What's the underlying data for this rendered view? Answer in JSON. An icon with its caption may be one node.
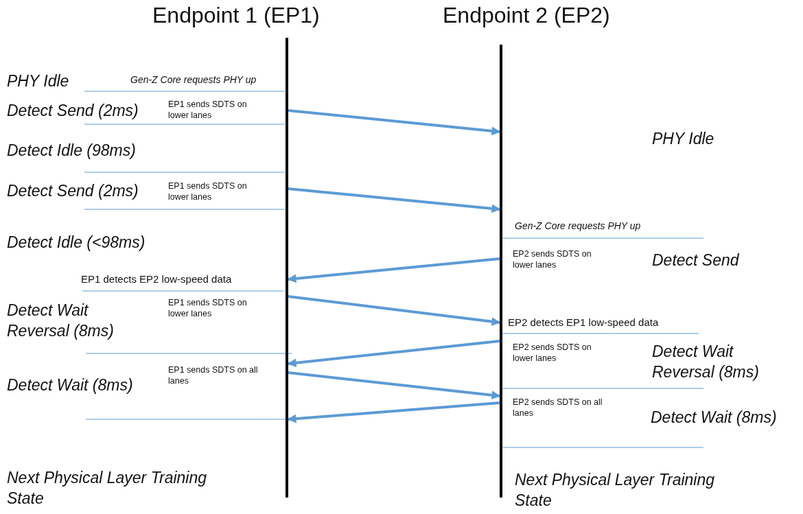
{
  "diagram": {
    "nodes": [
      {
        "text": [
          "Endpoint 1 (EP1)"
        ]
      },
      {
        "text": [
          "Endpoint 2 (EP2)"
        ]
      }
    ],
    "edges": [
      {
        "from": 0,
        "to": 1,
        "arrow": "to",
        "label": "EP1 sends SDTS on lower lanes"
      },
      {
        "from": 0,
        "to": 1,
        "arrow": "to",
        "label": "EP1 sends SDTS on lower lanes"
      },
      {
        "from": 1,
        "to": 0,
        "arrow": "to",
        "label": "EP2 sends SDTS on lower lanes"
      },
      {
        "from": 0,
        "to": 1,
        "arrow": "to",
        "label": "EP1 sends SDTS on lower lanes"
      },
      {
        "from": 1,
        "to": 0,
        "arrow": "to",
        "label": "EP2 sends SDTS on lower lanes"
      },
      {
        "from": 0,
        "to": 1,
        "arrow": "to",
        "label": "EP1 sends SDTS on all lanes"
      },
      {
        "from": 1,
        "to": 0,
        "arrow": "to",
        "label": "EP2 sends SDTS on all lanes"
      }
    ],
    "labels": [
      "PHY Idle",
      "Gen-Z Core requests PHY up",
      "Detect Send (2ms)",
      "Detect Idle (98ms)",
      "PHY Idle",
      "Detect Send (2ms)",
      "Gen-Z Core requests PHY up",
      "Detect Idle (<98ms)",
      "Detect Send",
      "EP1 detects EP2 low-speed data",
      "Detect Wait Reversal (8ms)",
      "EP2 detects EP1 low-speed data",
      "Detect Wait Reversal (8ms)",
      "Detect Wait (8ms)",
      "Detect Wait (8ms)",
      "Next Physical Layer Training State",
      "Next Physical Layer Training State"
    ]
  }
}
